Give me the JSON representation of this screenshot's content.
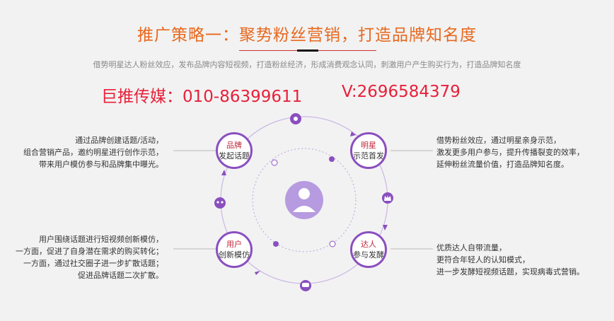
{
  "header": {
    "title": "推广策略一：聚势粉丝营销，打造品牌知名度",
    "subtitle": "借势明星达人粉丝效应，发布品牌内容短视频，打造粉丝经济，形成消费观念认同，刺激用户产生购买行为，打造品牌知名度"
  },
  "contact": {
    "phone": "巨推传媒：010-86399611",
    "wechat": "V:2696584379"
  },
  "nodes": {
    "brand": {
      "title": "品牌",
      "body": "发起话题"
    },
    "star": {
      "title": "明星",
      "body": "示范首发"
    },
    "user": {
      "title": "用户",
      "body": "创新模仿"
    },
    "kol": {
      "title": "达人",
      "body": "参与发酵"
    }
  },
  "texts": {
    "top_left": [
      "通过品牌创建话题/活动，",
      "组合营销产品，邀约明星进行创作示范，",
      "带来用户模仿参与和品牌集中曝光。"
    ],
    "top_right": [
      "借势粉丝效应，通过明星亲身示范，",
      "激发更多用户参与，提升传播裂变的效率，",
      "延伸粉丝流量价值，打造品牌知名度。"
    ],
    "bottom_left": [
      "用户围绕话题进行短视频创新模仿，",
      "一方面，促进了自身潜在需求的购买转化；",
      "一方面，通过社交圈子进一步扩散话题；",
      "促进品牌话题二次扩散。"
    ],
    "bottom_right": [
      "优质达人自带流量，",
      "更符合年轻人的认知模式，",
      "进一步发酵短视频话题，实现病毒式营销。"
    ]
  },
  "colors": {
    "title": "#e8681e",
    "contact": "#e8203a",
    "node_border": "#8a4fbf",
    "node_title": "#c0263a",
    "ring": "#c9b6e6"
  },
  "icons": [
    "gear-icon",
    "crown-icon",
    "chat-icon",
    "mask-icon",
    "user-avatar-icon"
  ]
}
